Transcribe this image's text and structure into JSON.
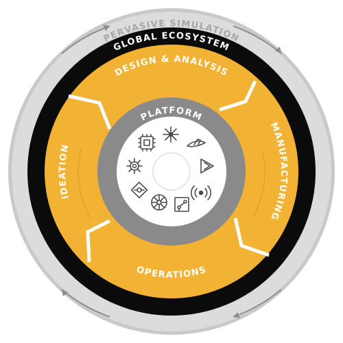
{
  "rings": {
    "outer": {
      "label": "PERVASIVE SIMULATION"
    },
    "ecosystem": {
      "label": "GLOBAL ECOSYSTEM"
    },
    "segments": [
      {
        "id": "design",
        "label": "DESIGN & ANALYSIS"
      },
      {
        "id": "manufacturing",
        "label": "MANUFACTURING"
      },
      {
        "id": "operations",
        "label": "OPERATIONS"
      },
      {
        "id": "ideation",
        "label": "IDEATION"
      }
    ],
    "platform": {
      "label": "PLATFORM"
    }
  },
  "icons": [
    "chip-icon",
    "sparkle-icon",
    "aircraft-icon",
    "gear-icon",
    "prism-icon",
    "pcb-icon",
    "signal-icon",
    "turbine-icon",
    "network-icon"
  ],
  "colors": {
    "outer_ring": "#d6d6d6",
    "ecosystem_ring": "#0b0b0b",
    "segment_fill": "#f2b233",
    "platform_ring": "#8a8a8a",
    "core": "#ffffff",
    "text_light": "#ffffff",
    "text_grey": "#a7a7a7"
  }
}
